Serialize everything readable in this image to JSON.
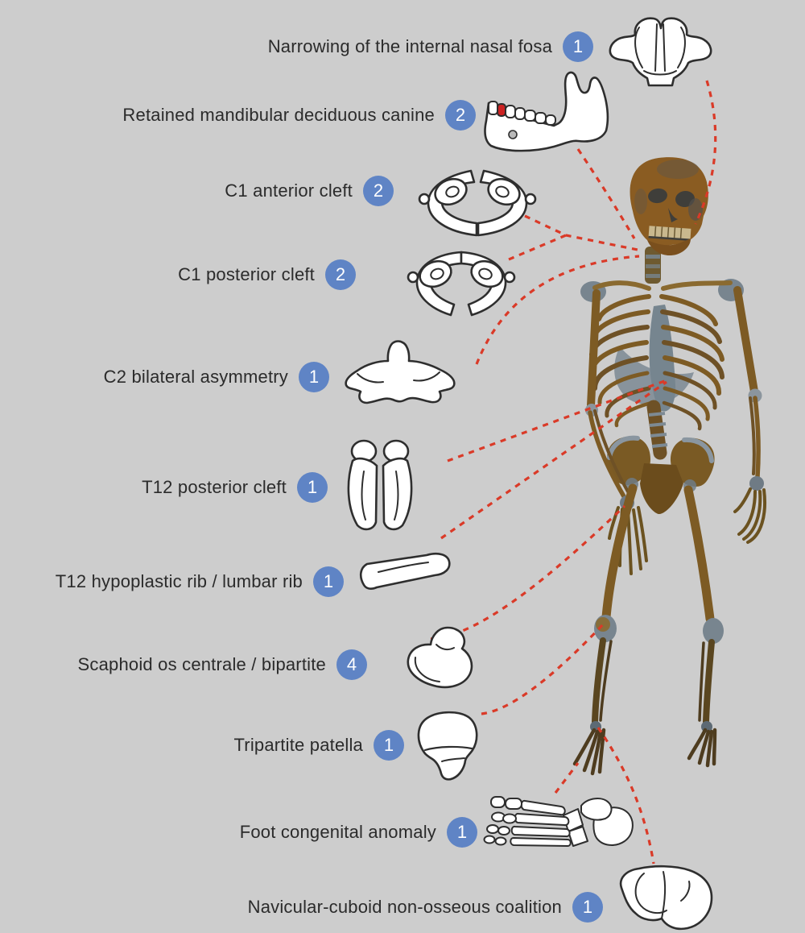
{
  "figure": {
    "type": "annotated_skeletal_diagram",
    "background_color": "#cdcdcd",
    "colors": {
      "badge_blue": "#5f84c5",
      "leader_line_red": "#da3a28",
      "bone_illustration_fill": "#ffffff",
      "bone_illustration_outline": "#2e2e2e",
      "skeleton_bone_brown": "#7d5b24",
      "skeleton_reconstruction_gray": "#78858f",
      "label_text_color": "#2b2b2b",
      "anomalous_tooth_red": "#cc2222"
    },
    "skeleton_description": "Mounted skeleton photograph, standing, facing slightly left",
    "anomalies": [
      {
        "label": "Narrowing of the internal nasal fosa",
        "count": "1",
        "bone_icon": "nasal-fossa-bone"
      },
      {
        "label": "Retained mandibular deciduous canine",
        "count": "2",
        "bone_icon": "mandible"
      },
      {
        "label": "C1 anterior cleft",
        "count": "2",
        "bone_icon": "c1-vertebra-anterior-cleft"
      },
      {
        "label": "C1 posterior cleft",
        "count": "2",
        "bone_icon": "c1-vertebra-posterior-cleft"
      },
      {
        "label": "C2 bilateral asymmetry",
        "count": "1",
        "bone_icon": "c2-vertebra"
      },
      {
        "label": "T12 posterior cleft",
        "count": "1",
        "bone_icon": "t12-vertebra"
      },
      {
        "label": "T12 hypoplastic rib / lumbar rib",
        "count": "1",
        "bone_icon": "rib-fragment"
      },
      {
        "label": "Scaphoid os centrale / bipartite",
        "count": "4",
        "bone_icon": "scaphoid"
      },
      {
        "label": "Tripartite patella",
        "count": "1",
        "bone_icon": "patella"
      },
      {
        "label": "Foot congenital anomaly",
        "count": "1",
        "bone_icon": "foot-skeleton"
      },
      {
        "label": "Navicular-cuboid non-osseous coalition",
        "count": "1",
        "bone_icon": "navicular-cuboid-bone"
      }
    ]
  }
}
